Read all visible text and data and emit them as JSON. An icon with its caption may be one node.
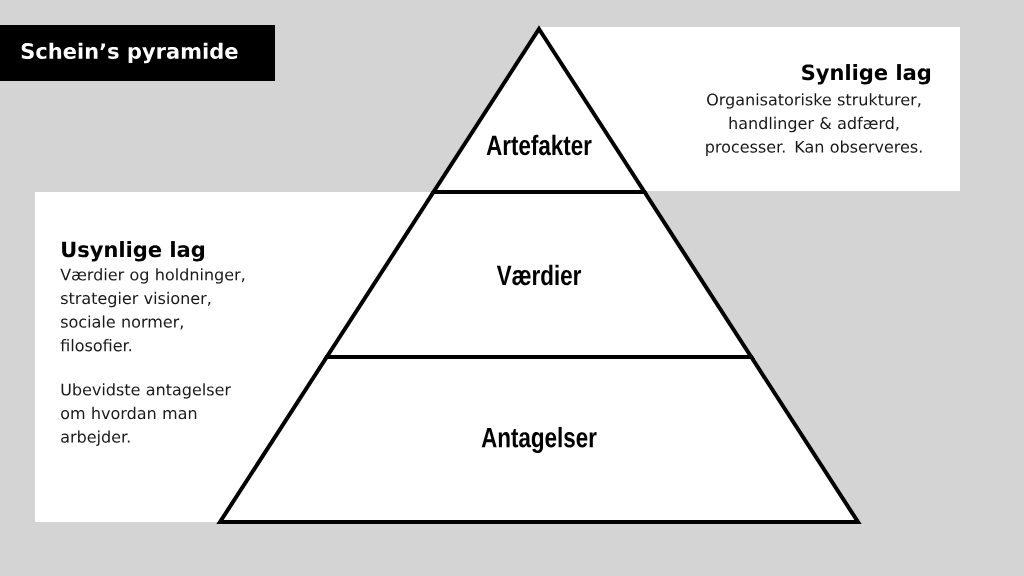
{
  "diagram": {
    "title": "Schein’s pyramide",
    "nodes": [
      {
        "text": [
          "Artefakter"
        ]
      },
      {
        "text": [
          "Værdier"
        ]
      },
      {
        "text": [
          "Antagelser"
        ]
      },
      {
        "text": [
          "Synlige lag",
          "Organisatoriske strukturer, handlinger & adfærd, processer. Kan observeres."
        ]
      },
      {
        "text": [
          "Usynlige lag",
          "Værdier og holdninger, strategier visioner, sociale normer, filosofier.",
          "Ubevidste antagelser om hvordan man arbejder."
        ]
      }
    ]
  }
}
